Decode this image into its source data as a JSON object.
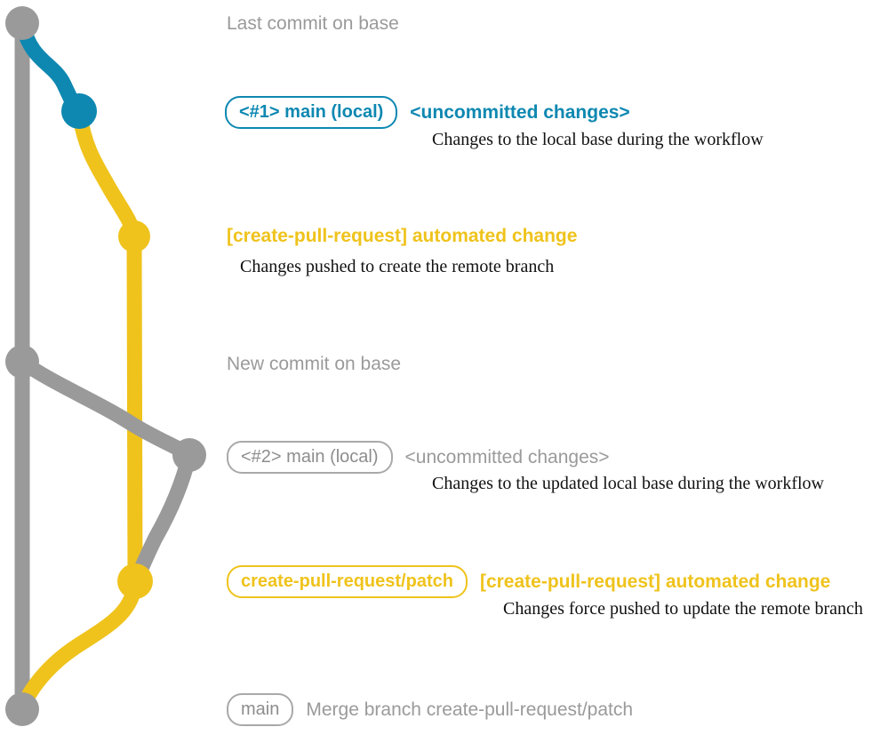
{
  "diagram": {
    "title": "git-branch-graph",
    "colors": {
      "base": "#9a9a9a",
      "local": "#0e88b1",
      "patch": "#efc31c",
      "note_text": "#111111",
      "background": "#ffffff"
    }
  },
  "entries": [
    {
      "id": "last-commit-on-base",
      "ref": null,
      "subject": "Last commit on base",
      "note": null,
      "color": "base"
    },
    {
      "id": "local-1",
      "ref": "<#1> main (local)",
      "subject": "<uncommitted changes>",
      "note": "Changes to the local base during the workflow",
      "color": "local"
    },
    {
      "id": "automated-change-1",
      "ref": null,
      "subject": "[create-pull-request] automated change",
      "note": "Changes pushed to create the remote branch",
      "color": "patch"
    },
    {
      "id": "new-commit-on-base",
      "ref": null,
      "subject": "New commit on base",
      "note": null,
      "color": "base"
    },
    {
      "id": "local-2",
      "ref": "<#2> main (local)",
      "subject": "<uncommitted changes>",
      "note": "Changes to the updated local base during the workflow",
      "color": "base"
    },
    {
      "id": "automated-change-2",
      "ref": "create-pull-request/patch",
      "subject": "[create-pull-request] automated change",
      "note": "Changes force pushed to update the remote branch",
      "color": "patch"
    },
    {
      "id": "merge-commit",
      "ref": "main",
      "subject": "Merge branch create-pull-request/patch",
      "note": null,
      "color": "base"
    }
  ]
}
